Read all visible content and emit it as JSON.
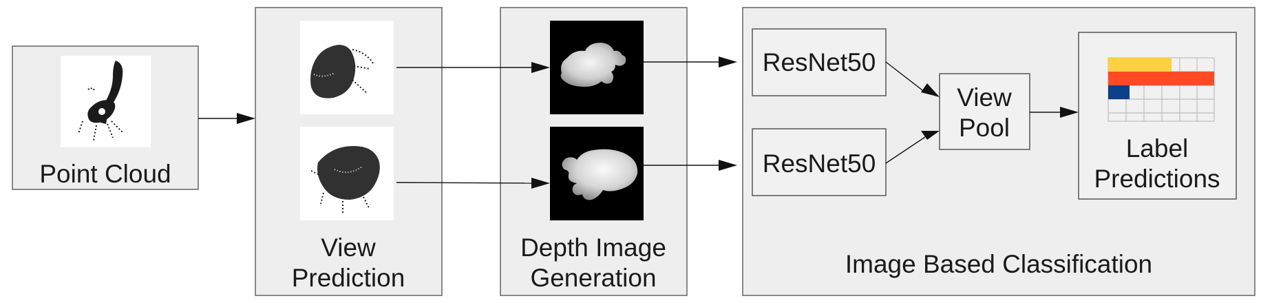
{
  "stages": {
    "point_cloud": "Point Cloud",
    "view_prediction": [
      "View",
      "Prediction"
    ],
    "depth_generation": [
      "Depth Image",
      "Generation"
    ],
    "classification": "Image Based Classification"
  },
  "nodes": {
    "resnet_top": "ResNet50",
    "resnet_bottom": "ResNet50",
    "view_pool": [
      "View",
      "Pool"
    ],
    "label_predictions": [
      "Label",
      "Predictions"
    ]
  },
  "prediction_bars": [
    {
      "value": 0.6,
      "color": "#ffd043"
    },
    {
      "value": 1.0,
      "color": "#ff4a24"
    },
    {
      "value": 0.2,
      "color": "#0b3f87"
    }
  ],
  "colors": {
    "panel_fill": "#eeeeee",
    "panel_stroke": "#6d6d6d",
    "arrow": "#111111"
  }
}
